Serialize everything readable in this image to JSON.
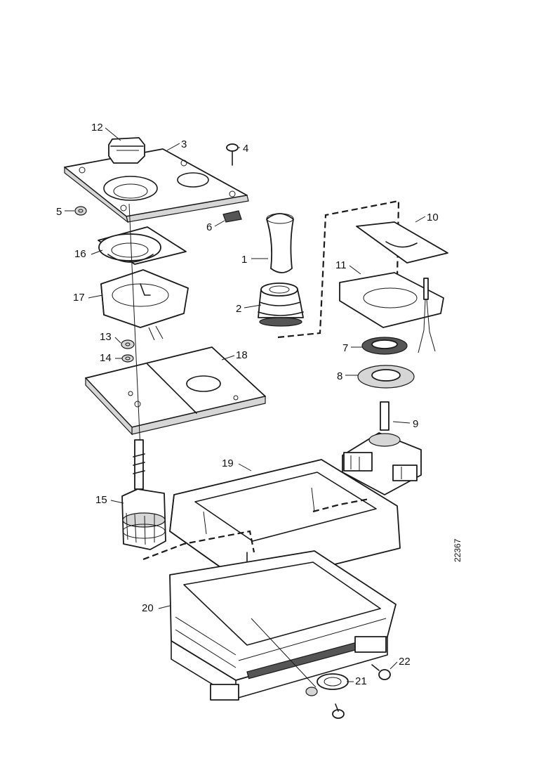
{
  "parts": {
    "p1": "1",
    "p2": "2",
    "p3": "3",
    "p4": "4",
    "p5": "5",
    "p6": "6",
    "p7": "7",
    "p8": "8",
    "p9": "9",
    "p10": "10",
    "p11": "11",
    "p12": "12",
    "p13": "13",
    "p14": "14",
    "p15": "15",
    "p16": "16",
    "p17": "17",
    "p18": "18",
    "p19": "19",
    "p20": "20",
    "p21": "21",
    "p22": "22"
  },
  "reference_code": "22367"
}
